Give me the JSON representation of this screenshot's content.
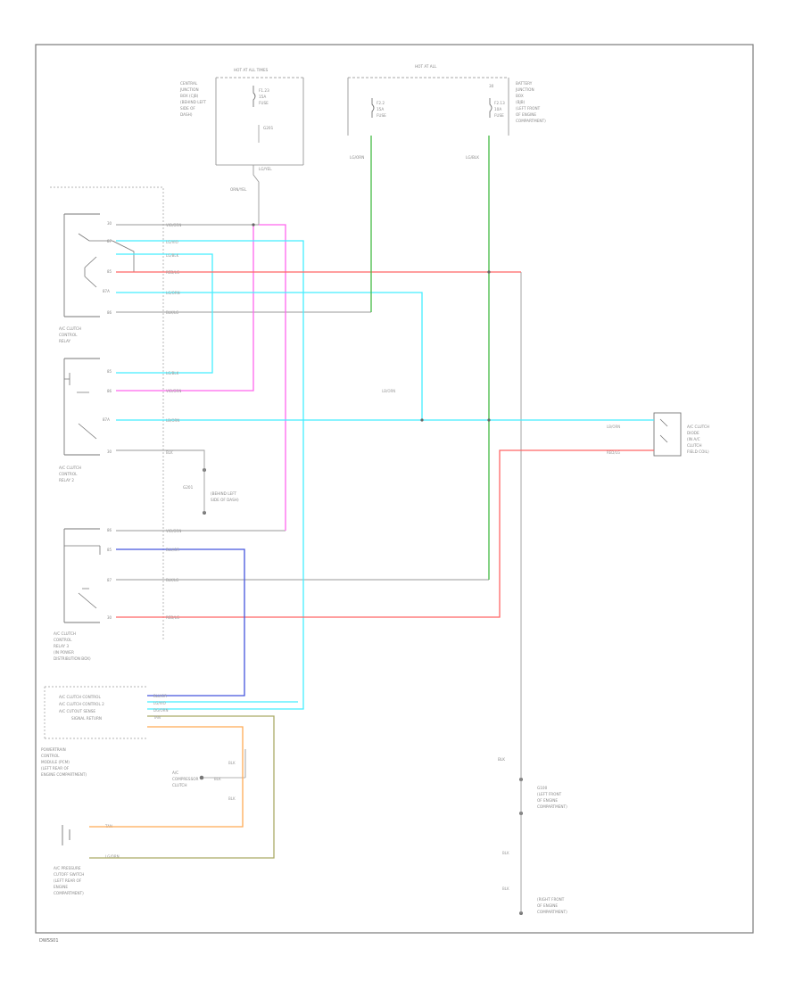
{
  "colors": {
    "frame": "#7a7a7a",
    "gray_wire": "#9a9a9a",
    "pink": "#ff66ee",
    "cyan": "#44eeff",
    "red": "#ff5555",
    "green": "#44bb44",
    "blue": "#4455dd",
    "orange": "#ffaa55",
    "olive": "#aaaa66"
  },
  "footer_code": "DWSS01",
  "components": {
    "hot_at_all_times_box": {
      "title": "HOT AT ALL TIMES",
      "lines": [
        "CENTRAL",
        "JUNCTION",
        "BOX (CJB)",
        "(BEHIND LEFT",
        "SIDE OF",
        "DASH)"
      ],
      "fuse": [
        "F1.23",
        "15A",
        "FUSE"
      ]
    },
    "cjb_fuse_panel": {
      "title": "HOT AT ALL",
      "lines": [
        "BATTERY",
        "JUNCTION",
        "BOX",
        "(BJB)",
        "(LEFT FRONT",
        "OF ENGINE",
        "COMPARTMENT)"
      ],
      "fuse_a": [
        "F2.2",
        "15A",
        "FUSE"
      ],
      "fuse_b": [
        "F2.13",
        "10A",
        "FUSE"
      ]
    },
    "relay_1": {
      "name": [
        "A/C CLUTCH",
        "CONTROL",
        "RELAY"
      ]
    },
    "relay_2": {
      "name": [
        "A/C CLUTCH",
        "CONTROL",
        "RELAY 2"
      ]
    },
    "relay_3": {
      "name": [
        "A/C CLUTCH",
        "CONTROL",
        "RELAY 3",
        "(IN POWER",
        "DISTRIBUTION BOX)"
      ]
    },
    "pcm": {
      "name": [
        "POWERTRAIN",
        "CONTROL",
        "MODULE (PCM)",
        "(LEFT REAR OF",
        "ENGINE COMPARTMENT)"
      ],
      "lines": [
        "A/C CLUTCH CONTROL",
        "A/C CLUTCH CONTROL 2",
        "A/C CUTOUT SENSE",
        "SIGNAL RETURN"
      ]
    },
    "ac_clutch": {
      "name": [
        "A/C",
        "COMPRESSOR",
        "CLUTCH"
      ]
    },
    "pressure_switch": {
      "name": [
        "A/C PRESSURE",
        "CUTOFF SWITCH",
        "(LEFT REAR OF",
        "ENGINE",
        "COMPARTMENT)"
      ]
    },
    "ground_1": {
      "name": [
        "G100",
        "(LEFT FRONT",
        "OF ENGINE",
        "COMPARTMENT)"
      ]
    },
    "ground_2": {
      "name": [
        "G201",
        "(BEHIND LEFT",
        "SIDE OF DASH)"
      ]
    },
    "clutch_diode": {
      "name": [
        "A/C CLUTCH",
        "DIODE",
        "(IN A/C",
        "CLUTCH",
        "FIELD COIL)"
      ]
    },
    "spare": {
      "name": [
        "(RIGHT FRONT",
        "OF ENGINE",
        "COMPARTMENT)"
      ]
    }
  },
  "wire_labels": {
    "w_orn": "ORN/YEL",
    "w_lg": "LG/ORN",
    "w_lg2": "LG/BLK",
    "w_red_lg": "RED/LG",
    "w_lgw": "LG/VIO",
    "w_blk_lg": "BLK/LG",
    "w_viol": "VIO/ORN",
    "w_blk": "BLK",
    "w_lg_blk": "LG/BLK",
    "w_lg_blk2": "LG/BLK",
    "w_red_lg2": "RED/LG",
    "w_dg_or": "DG/ORN",
    "w_lg_or": "LG/ORN",
    "w_blu": "BLU/OR",
    "w_tan": "TAN",
    "w_grn": "GRN",
    "w_blk2": "BLK",
    "w_lb": "LB/ORN",
    "w_blk3": "BLK",
    "w_blk4": "BLK",
    "w_blk5": "BLK",
    "w_lg_yel": "LG/YEL"
  },
  "pins": [
    "30",
    "87",
    "85",
    "86",
    "87A"
  ]
}
